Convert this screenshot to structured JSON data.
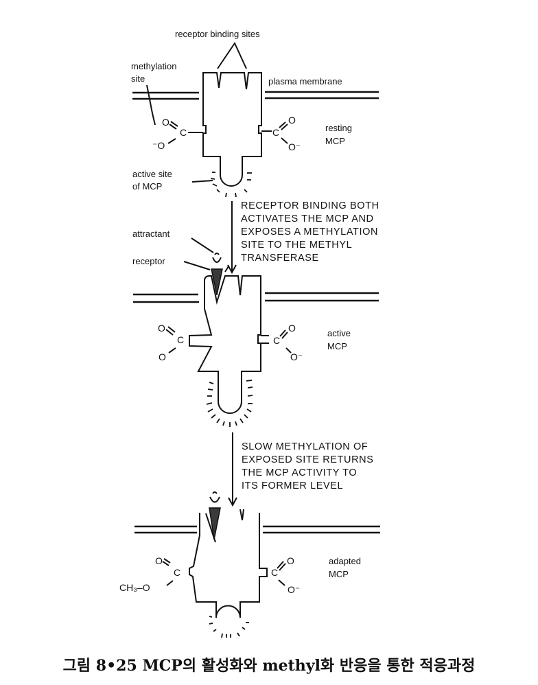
{
  "figure": {
    "caption": "그림 8•25  MCP의 활성화와 methyl화 반응을 통한 적응과정",
    "stages": [
      {
        "state_label_line1": "resting",
        "state_label_line2": "MCP",
        "labels": {
          "receptor_binding_sites": "receptor binding sites",
          "methylation_site_line1": "methylation",
          "methylation_site_line2": "site",
          "plasma_membrane": "plasma membrane",
          "active_site_line1": "active site",
          "active_site_line2": "of MCP"
        }
      },
      {
        "state_label_line1": "active",
        "state_label_line2": "MCP",
        "labels": {
          "attractant": "attractant",
          "receptor": "receptor"
        }
      },
      {
        "state_label_line1": "adapted",
        "state_label_line2": "MCP",
        "labels": {
          "methyl_group": "CH₃–O"
        }
      }
    ],
    "transitions": [
      {
        "lines": [
          "RECEPTOR BINDING BOTH",
          "ACTIVATES THE MCP AND",
          "EXPOSES A METHYLATION",
          "SITE TO THE METHYL",
          "TRANSFERASE"
        ]
      },
      {
        "lines": [
          "SLOW METHYLATION OF",
          "EXPOSED SITE RETURNS",
          "THE MCP ACTIVITY TO",
          "ITS FORMER LEVEL"
        ]
      }
    ],
    "chem": {
      "oxygen": "O",
      "carbon": "C",
      "o_minus": "O⁻",
      "minus_o": "⁻O",
      "minus": "–"
    }
  }
}
